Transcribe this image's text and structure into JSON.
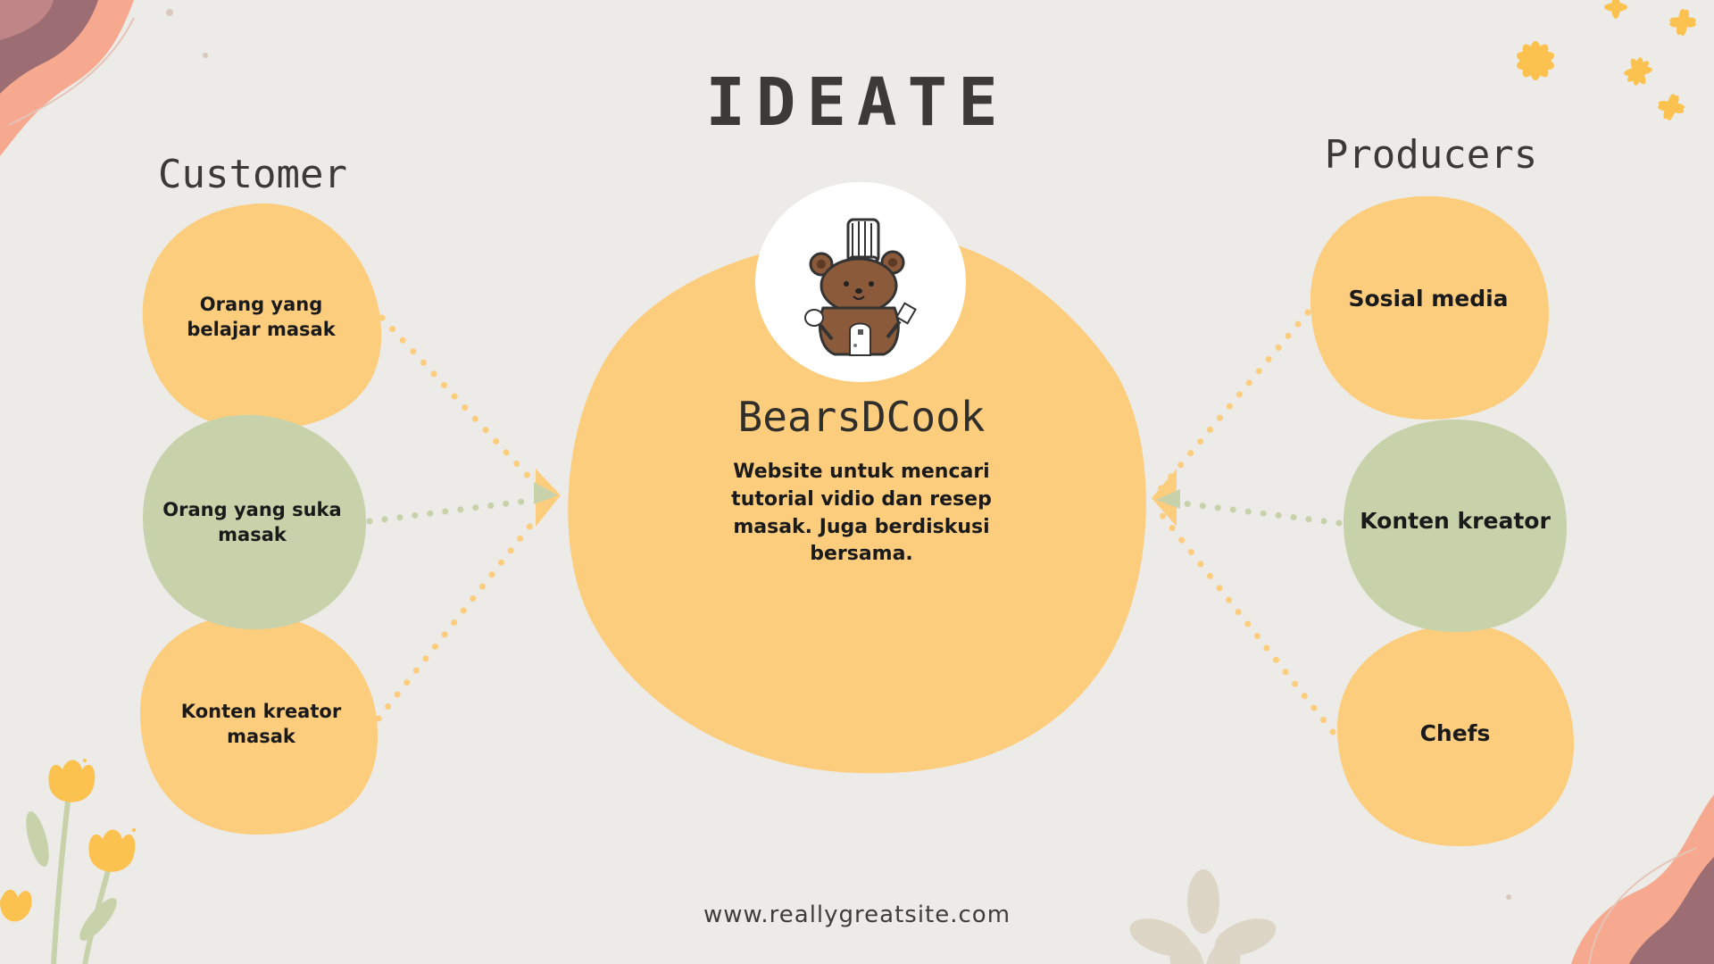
{
  "slide": {
    "title": "IDEATE",
    "footer": "www.reallygreatsite.com"
  },
  "customer": {
    "heading": "Customer",
    "items": [
      "Orang yang belajar masak",
      "Orang yang suka masak",
      "Konten kreator masak"
    ]
  },
  "producers": {
    "heading": "Producers",
    "items": [
      "Sosial media",
      "Konten kreator",
      "Chefs"
    ]
  },
  "center": {
    "brand": "BearsDCook",
    "description": "Website untuk mencari tutorial vidio dan resep masak. Juga berdiskusi bersama."
  },
  "colors": {
    "background": "#ecebe8",
    "yellow_blob": "#fdcd7e",
    "green_blob": "#c8d2aa",
    "bear_brown": "#8a5a3b",
    "pink_accent": "#f6a98f",
    "plum_accent": "#9c6d73",
    "flower_yellow": "#fcc24f"
  },
  "icons": [
    "bear-chef-logo-icon",
    "arrow-head-icon",
    "flower-icon",
    "leaf-icon"
  ]
}
